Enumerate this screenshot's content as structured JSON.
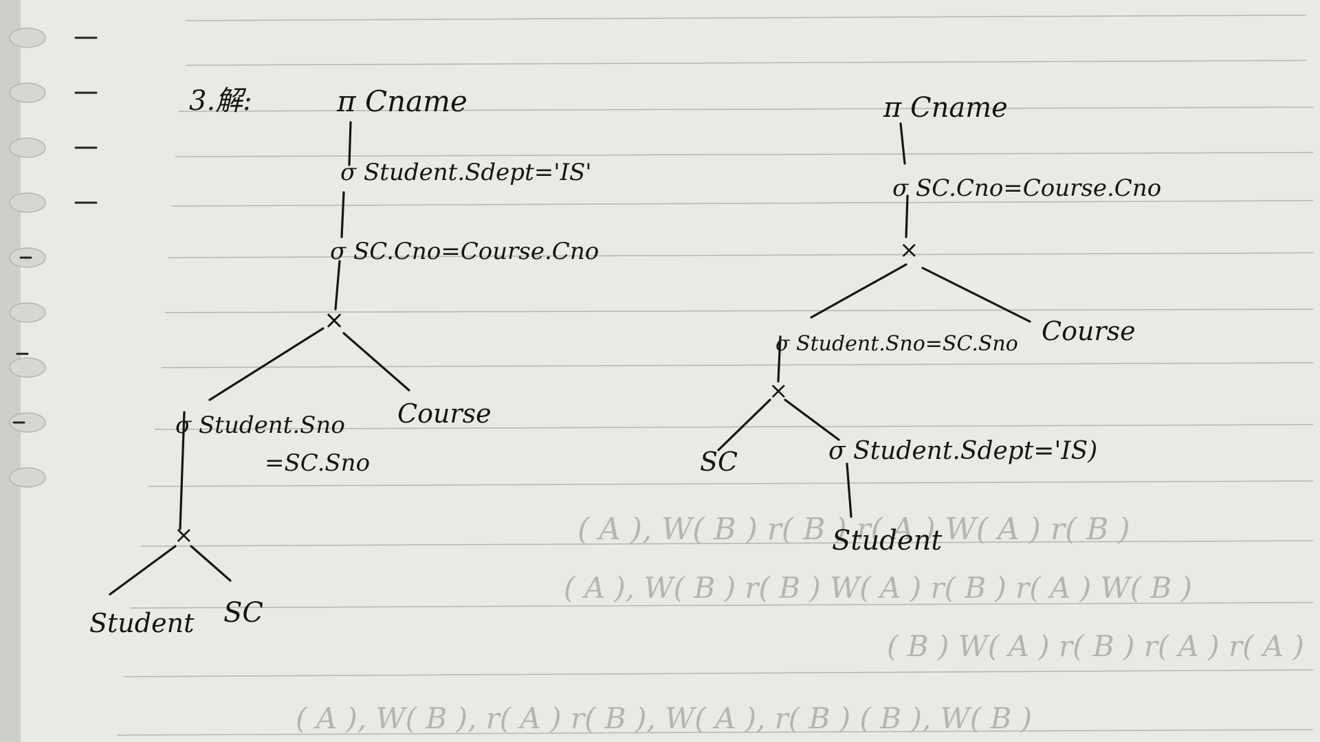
{
  "header": {
    "label": "3.解:"
  },
  "tree_left": {
    "root_label": "π Cname",
    "select_dept": "σ Student.Sdept='IS'",
    "select_cno": "σ SC.Cno=Course.Cno",
    "product_top": "×",
    "select_sno_line1": "σ Student.Sno",
    "select_sno_line2": "=SC.Sno",
    "leaf_course": "Course",
    "product_bottom": "×",
    "leaf_student": "Student",
    "leaf_sc": "SC"
  },
  "tree_right": {
    "root_label": "π Cname",
    "select_cno": "σ SC.Cno=Course.Cno",
    "product_top": "×",
    "select_sno": "σ Student.Sno=SC.Sno",
    "leaf_course": "Course",
    "product_bottom": "×",
    "leaf_sc": "SC",
    "select_dept": "σ Student.Sdept='IS)",
    "leaf_student": "Student"
  },
  "bleed_through": {
    "line1": "( A ), W( B ) r( B ) r( A ) W( A ) r( B )",
    "line2": "( A ), W( B ) r( B ) W( A ) r( B ) r( A ) W( B )",
    "line3": "( B ) W( A ) r( B ) r( A ) r( A )",
    "line4": "( A ), W( B ), r( A ) r( B ), W( A ), r( B ) ( B ), W( B )"
  }
}
